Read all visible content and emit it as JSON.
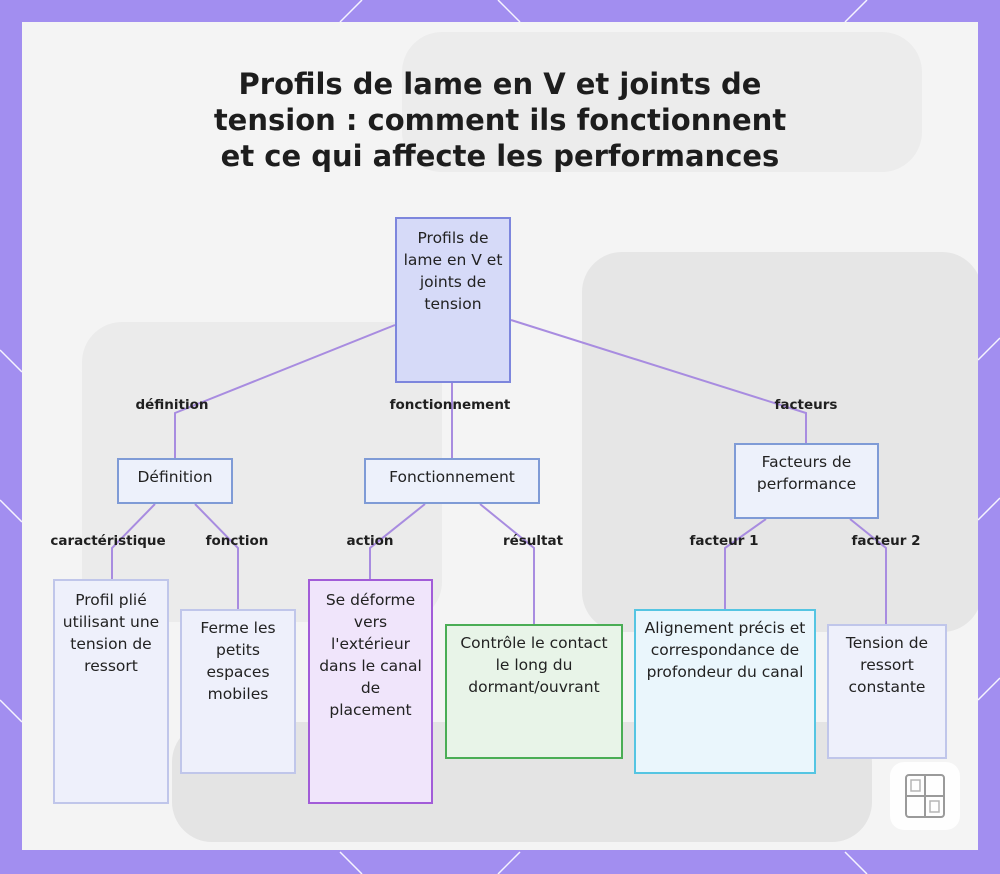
{
  "colors": {
    "frame": "#a28ef0",
    "panel": "#f4f4f4",
    "edge": "#a88ce0",
    "root_fill": "#d6daf8",
    "root_border": "#7d86dd",
    "mid_fill": "#edf1fb",
    "mid_border": "#7f9bd6",
    "blue_fill": "#eef0fb",
    "blue_border": "#c0c6ea",
    "purple_fill": "#f0e5fb",
    "purple_border": "#a25cd8",
    "green_fill": "#e8f4e8",
    "green_border": "#4aad55",
    "cyan_fill": "#eaf6fc",
    "cyan_border": "#55c5e2"
  },
  "title": "Profils de lame en V et joints de tension : comment ils fonctionnent et ce qui affecte les performances",
  "nodes": {
    "root": "Profils de lame en V et joints de tension",
    "definition": "Définition",
    "fonctionnement": "Fonctionnement",
    "facteurs": "Facteurs de performance",
    "profil_plie": "Profil plié utilisant une tension de ressort",
    "ferme": "Ferme les petits espaces mobiles",
    "deforme": "Se déforme vers l'extérieur dans le canal de placement",
    "controle": "Contrôle le contact le long du dormant/ouvrant",
    "alignement": "Alignement précis et correspondance de profondeur du canal",
    "tension_const": "Tension de ressort constante"
  },
  "edges": {
    "definition": "définition",
    "fonctionnement": "fonctionnement",
    "facteurs": "facteurs",
    "caracteristique": "caractéristique",
    "fonction": "fonction",
    "action": "action",
    "resultat": "résultat",
    "facteur1": "facteur 1",
    "facteur2": "facteur 2"
  },
  "logo_icon": "window-icon"
}
